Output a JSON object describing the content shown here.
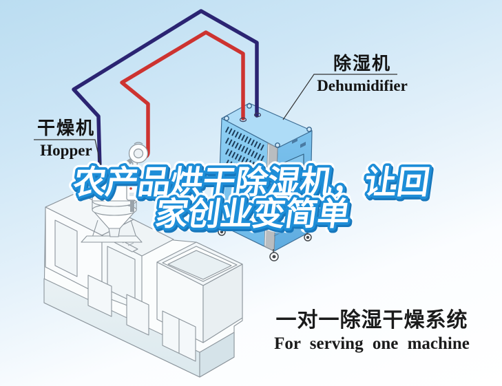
{
  "labels": {
    "dryer": {
      "zh": "干燥机",
      "en": "Hopper"
    },
    "dehumidifier": {
      "zh": "除湿机",
      "en": "Dehumidifier"
    }
  },
  "title": {
    "line1": "农产品烘干除湿机，让回",
    "line2": "家创业变简单"
  },
  "caption": {
    "zh": "一对一除湿干燥系统",
    "en": "For serving one machine"
  },
  "colors": {
    "background_top": "#BBDDF1",
    "background_bottom": "#FFFFFF",
    "pipe_return_navy": "#2B2472",
    "pipe_supply_red": "#CD3330",
    "dehumidifier_body": "#7FC6F0",
    "dehumidifier_top": "#AEDCF7",
    "title_fill": "#FFFFFF",
    "title_outline": "#1E8ED8",
    "label_text": "#141414"
  }
}
